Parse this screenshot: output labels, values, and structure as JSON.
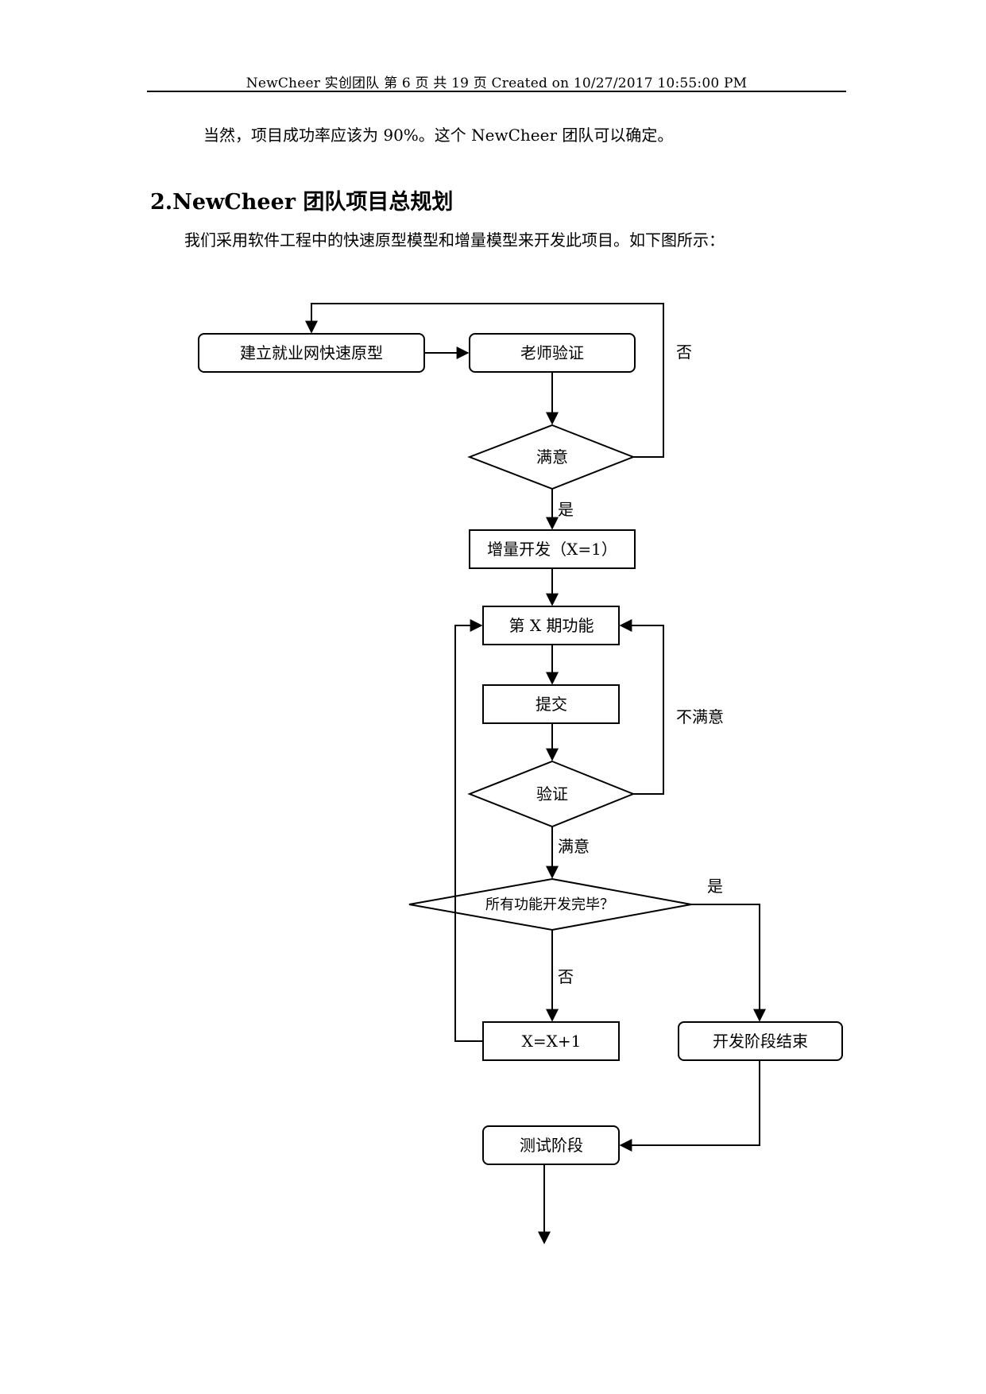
{
  "header": {
    "text": "NewCheer 实创团队  第  6  页  共  19  页  Created on 10/27/2017 10:55:00 PM"
  },
  "intro": "当然，项目成功率应该为 90%。这个 NewCheer 团队可以确定。",
  "section": {
    "title": "2.NewCheer 团队项目总规划",
    "description": "我们采用软件工程中的快速原型模型和增量模型来开发此项目。如下图所示："
  },
  "flowchart": {
    "nodes": {
      "build_prototype": "建立就业网快速原型",
      "teacher_verify": "老师验证",
      "satisfied_decision": "满意",
      "incremental_dev": "增量开发（X=1）",
      "phase_x_features": "第 X 期功能",
      "submit": "提交",
      "verify_decision": "验证",
      "all_done_decision": "所有功能开发完毕？",
      "x_increment": "X=X+1",
      "dev_phase_end": "开发阶段结束",
      "test_phase": "测试阶段"
    },
    "edge_labels": {
      "prototype_no": "否",
      "prototype_yes": "是",
      "verify_unsatisfied": "不满意",
      "verify_satisfied": "满意",
      "all_done_yes": "是",
      "all_done_no": "否"
    }
  }
}
